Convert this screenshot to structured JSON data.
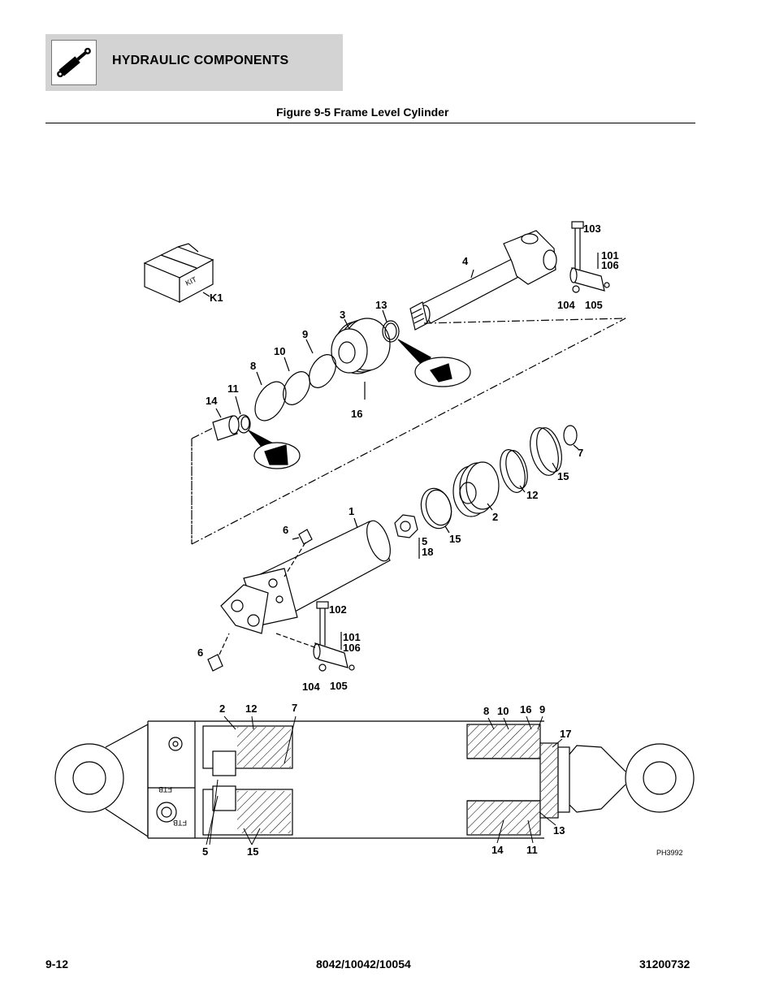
{
  "header": {
    "section_title": "HYDRAULIC COMPONENTS",
    "icon": "hydraulic-cylinder-icon"
  },
  "figure": {
    "title": "Figure 9-5 Frame Level Cylinder",
    "drawing_id": "PH3992",
    "kit_label": "KIT",
    "port_label_1": "FTB",
    "port_label_2": "FTB",
    "callouts": {
      "c103": "103",
      "c101a": "101",
      "c106a": "106",
      "c104a": "104",
      "c105a": "105",
      "c4": "4",
      "k1": "K1",
      "c13a": "13",
      "c3": "3",
      "c9a": "9",
      "c10a": "10",
      "c8a": "8",
      "c11a": "11",
      "c14a": "14",
      "c16a": "16",
      "c7a": "7",
      "c15a": "15",
      "c12a": "12",
      "c2a": "2",
      "c15b": "15",
      "c5a": "5",
      "c18": "18",
      "c1": "1",
      "c6a": "6",
      "c102": "102",
      "c101b": "101",
      "c106b": "106",
      "c6b": "6",
      "c104b": "104",
      "c105b": "105",
      "s2": "2",
      "s12": "12",
      "s7": "7",
      "s8": "8",
      "s10": "10",
      "s16": "16",
      "s9": "9",
      "s17": "17",
      "s13": "13",
      "s5": "5",
      "s15": "15",
      "s14": "14",
      "s11": "11"
    }
  },
  "footer": {
    "page_number": "9-12",
    "models": "8042/10042/10054",
    "manual_number": "31200732"
  }
}
